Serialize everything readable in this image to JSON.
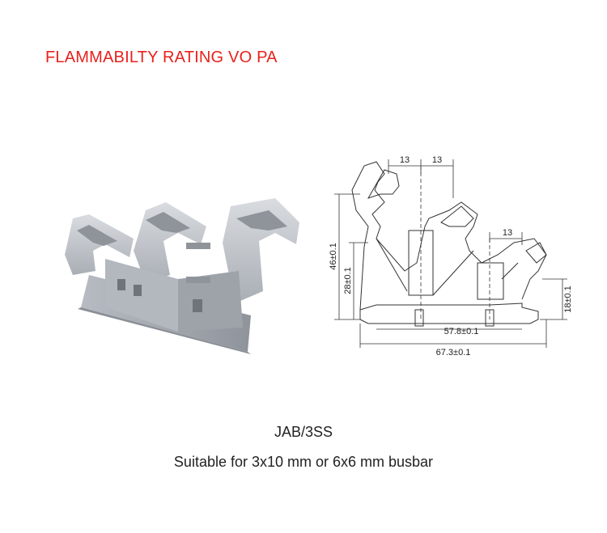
{
  "heading": "FLAMMABILTY RATING VO PA",
  "product": {
    "model": "JAB/3SS",
    "description": "Suitable for 3x10 mm or 6x6 mm busbar"
  },
  "drawing": {
    "dim_left_spacing": "13",
    "dim_right_spacing": "13",
    "dim_lower_spacing": "13",
    "dim_total_height": "46±0.1",
    "dim_mid_height": "28±0.1",
    "dim_low_height": "18±0.1",
    "dim_inner_width": "57.8±0.1",
    "dim_total_width": "67.3±0.1"
  },
  "colors": {
    "heading": "#e8211c",
    "part_body": "#c7cbd1",
    "part_shadow": "#9ea3aa",
    "line": "#333333"
  }
}
